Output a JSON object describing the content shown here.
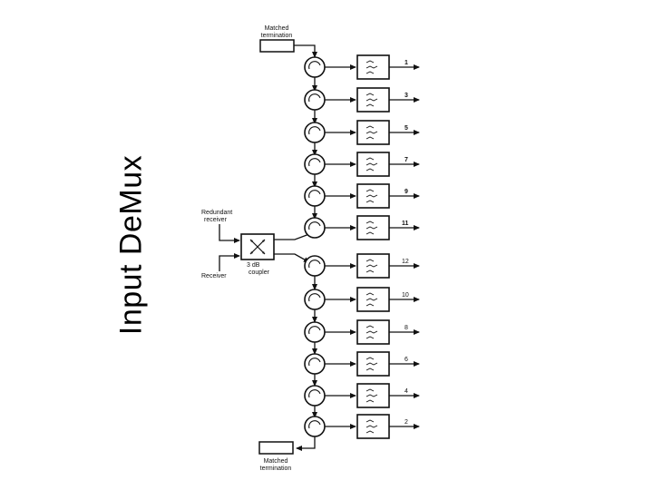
{
  "slide": {
    "title": "Input DeMux"
  },
  "diagram": {
    "top_termination": {
      "label_line1": "Matched",
      "label_line2": "termination"
    },
    "bottom_termination": {
      "label_line1": "Matched",
      "label_line2": "termination"
    },
    "inputs": [
      {
        "label_line1": "Redundant",
        "label_line2": "receiver"
      },
      {
        "label_line1": "Receiver",
        "label_line2": ""
      }
    ],
    "coupler": {
      "label_line1": "3 dB",
      "label_line2": "coupler"
    },
    "odd_channels": [
      "1",
      "3",
      "5",
      "7",
      "9",
      "11"
    ],
    "even_channels": [
      "12",
      "10",
      "8",
      "6",
      "4",
      "2"
    ]
  }
}
